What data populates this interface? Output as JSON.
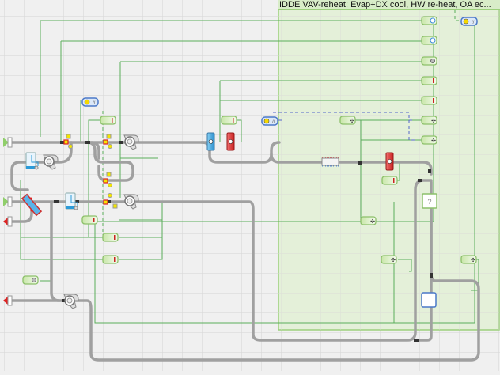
{
  "window": {
    "loop_title": "IDDE VAV-reheat: Evap+DX cool, HW re-heat, OA ec..."
  },
  "colors": {
    "background": "#f0f0f0",
    "grid": "#d9d9d9",
    "loop_area": "#e2f0d6",
    "loop_border": "#9ccf7c",
    "pipe": "#a0a0a0",
    "signal_wire": "#5aae5a",
    "dashed_wire": "#5566cc",
    "sensor_fill": "#d8eec0",
    "sensor_border": "#8cc06a",
    "supply_node": "#8fce6a",
    "exhaust_node": "#dd2222",
    "heating_coil": "#e84545",
    "cooling_coil": "#5ab4e8"
  },
  "nodes": [
    {
      "name": "outdoor-air-inlet-node",
      "kind": "supply",
      "icon": "green-arrow"
    },
    {
      "name": "return-air-inlet-node",
      "kind": "supply",
      "icon": "green-arrow"
    },
    {
      "name": "relief-air-outlet-node",
      "kind": "exhaust",
      "icon": "red-arrow"
    },
    {
      "name": "exhaust-outlet-node",
      "kind": "exhaust",
      "icon": "red-arrow"
    }
  ],
  "components": [
    {
      "name": "evaporative-cooler-1",
      "icon": "evap-cooler-icon"
    },
    {
      "name": "evaporative-cooler-2",
      "icon": "evap-cooler-icon"
    },
    {
      "name": "heat-recovery-exchanger",
      "icon": "heat-exchanger-icon"
    },
    {
      "name": "supply-fan-1",
      "icon": "fan-icon"
    },
    {
      "name": "supply-fan-2",
      "icon": "fan-icon"
    },
    {
      "name": "supply-fan-3",
      "icon": "fan-icon"
    },
    {
      "name": "exhaust-fan",
      "icon": "fan-icon"
    },
    {
      "name": "cooling-coil",
      "icon": "cooling-coil-icon"
    },
    {
      "name": "heating-coil",
      "icon": "heating-coil-icon"
    },
    {
      "name": "reheat-coil",
      "icon": "heating-coil-icon"
    },
    {
      "name": "duct-segment",
      "icon": "duct-icon"
    },
    {
      "name": "zone-unknown",
      "icon": "question-icon",
      "label": "?"
    },
    {
      "name": "zone-box",
      "icon": "zone-icon"
    }
  ],
  "sensors": [
    {
      "name": "oa-weather-sensor-1",
      "icon": "weather-icon"
    },
    {
      "name": "oa-weather-sensor-2",
      "icon": "weather-icon"
    },
    {
      "name": "humidity-sensor",
      "icon": "humidity-icon"
    },
    {
      "name": "temperature-sensor-1",
      "icon": "thermometer-icon"
    },
    {
      "name": "temperature-sensor-2",
      "icon": "thermometer-icon"
    },
    {
      "name": "flow-sensor-1",
      "icon": "fan-sensor-icon"
    },
    {
      "name": "flow-sensor-2",
      "icon": "fan-sensor-icon"
    },
    {
      "name": "schedule-1",
      "icon": "schedule-icon"
    },
    {
      "name": "schedule-2",
      "icon": "schedule-icon"
    },
    {
      "name": "schedule-3",
      "icon": "schedule-icon"
    }
  ],
  "labels": {
    "zone_question": "?"
  }
}
